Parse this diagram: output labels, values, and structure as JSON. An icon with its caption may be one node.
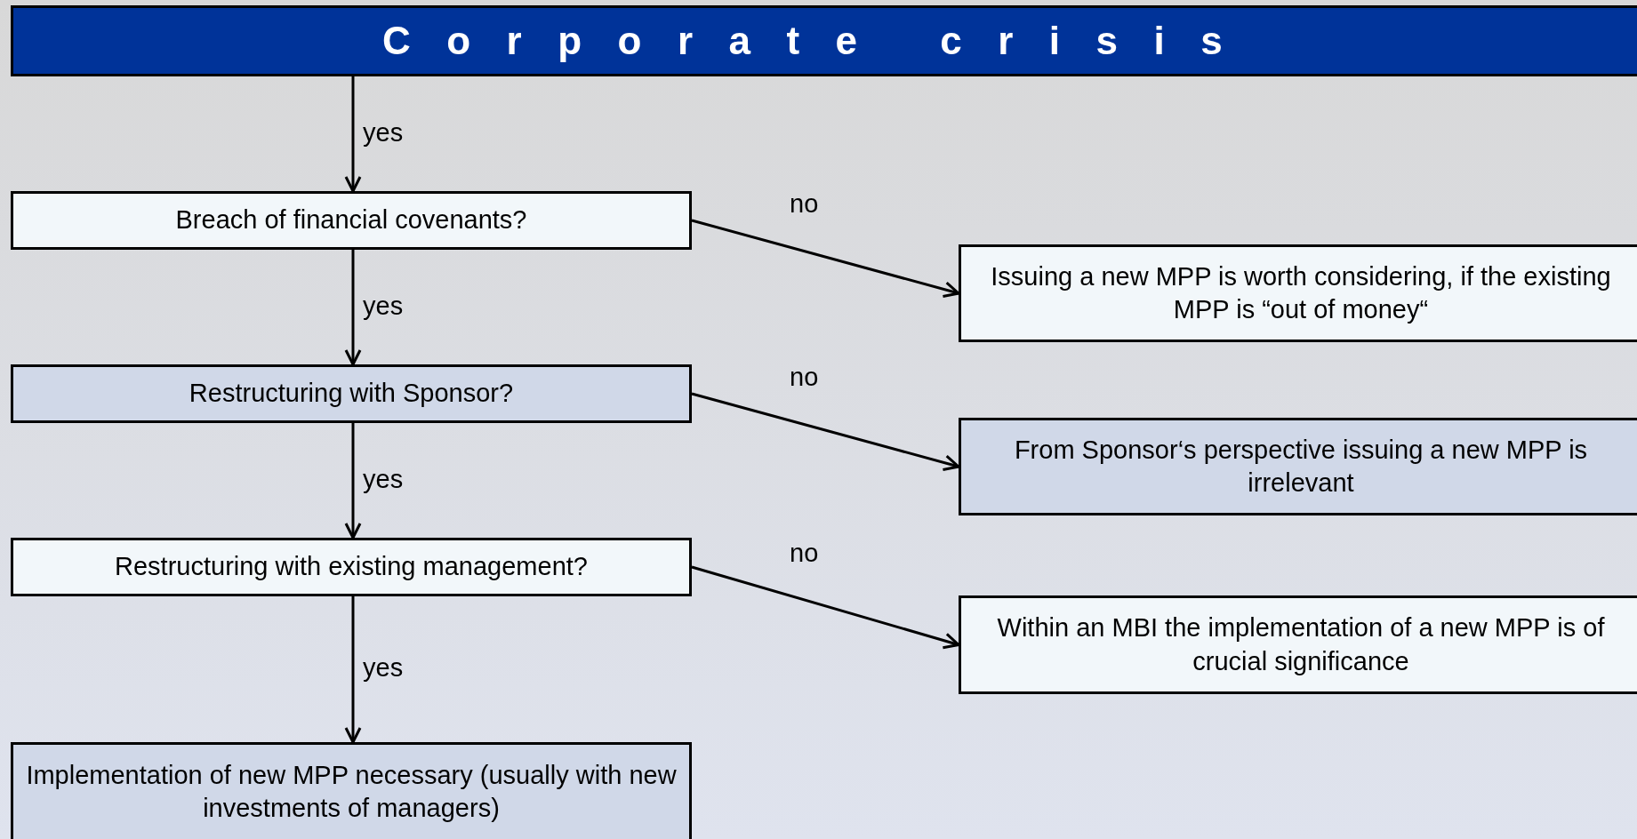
{
  "diagram": {
    "nodes": [
      {
        "text": [
          "Corporate crisis"
        ]
      },
      {
        "text": [
          "Breach of financial covenants?"
        ]
      },
      {
        "text": [
          "Issuing a new MPP is worth considering, if the existing MPP is “out of money“"
        ]
      },
      {
        "text": [
          "Restructuring with Sponsor?"
        ]
      },
      {
        "text": [
          "From Sponsor‘s perspective issuing a new MPP is irrelevant"
        ]
      },
      {
        "text": [
          "Restructuring with existing management?"
        ]
      },
      {
        "text": [
          "Within an MBI the implementation of a new MPP is of crucial significance"
        ]
      },
      {
        "text": [
          "Implementation of new MPP necessary (usually with new investments of managers)"
        ]
      }
    ],
    "edges": [
      {
        "from": 0,
        "to": 1,
        "arrow": "to",
        "label": "yes"
      },
      {
        "from": 1,
        "to": 2,
        "arrow": "to",
        "label": "no"
      },
      {
        "from": 1,
        "to": 3,
        "arrow": "to",
        "label": "yes"
      },
      {
        "from": 3,
        "to": 4,
        "arrow": "to",
        "label": "no"
      },
      {
        "from": 3,
        "to": 5,
        "arrow": "to",
        "label": "yes"
      },
      {
        "from": 5,
        "to": 6,
        "arrow": "to",
        "label": "no"
      },
      {
        "from": 5,
        "to": 7,
        "arrow": "to",
        "label": "yes"
      }
    ]
  }
}
